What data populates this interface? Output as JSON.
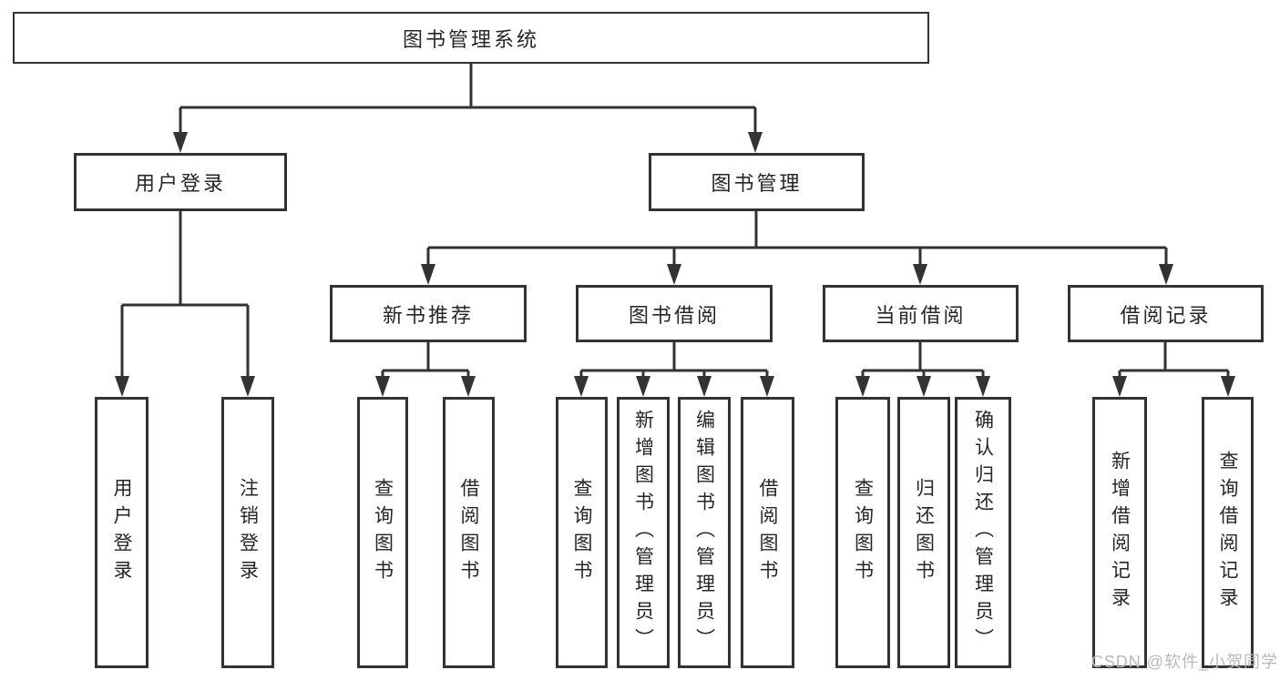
{
  "colors": {
    "line": "#333333",
    "text": "#262626",
    "background": "#ffffff",
    "watermark_color": "#b9b9b9"
  },
  "watermark": {
    "text": "CSDN @软件_小贺同学"
  },
  "tree": {
    "root": {
      "label": "图书管理系统"
    },
    "level2": [
      {
        "id": "user-login",
        "label": "用户登录"
      },
      {
        "id": "book-management",
        "label": "图书管理"
      }
    ],
    "level3": [
      {
        "id": "new-book-recommend",
        "parent": "book-management",
        "label": "新书推荐"
      },
      {
        "id": "book-borrowing",
        "parent": "book-management",
        "label": "图书借阅"
      },
      {
        "id": "current-borrowing",
        "parent": "book-management",
        "label": "当前借阅"
      },
      {
        "id": "borrowing-records",
        "parent": "book-management",
        "label": "借阅记录"
      }
    ],
    "leaves": [
      {
        "parent": "user-login",
        "label": "用户登录"
      },
      {
        "parent": "user-login",
        "label": "注销登录"
      },
      {
        "parent": "new-book-recommend",
        "label": "查询图书"
      },
      {
        "parent": "new-book-recommend",
        "label": "借阅图书"
      },
      {
        "parent": "book-borrowing",
        "label": "查询图书"
      },
      {
        "parent": "book-borrowing",
        "label": "新增图书（管理员）"
      },
      {
        "parent": "book-borrowing",
        "label": "编辑图书（管理员）"
      },
      {
        "parent": "book-borrowing",
        "label": "借阅图书"
      },
      {
        "parent": "current-borrowing",
        "label": "查询图书"
      },
      {
        "parent": "current-borrowing",
        "label": "归还图书"
      },
      {
        "parent": "current-borrowing",
        "label": "确认归还（管理员）"
      },
      {
        "parent": "borrowing-records",
        "label": "新增借阅记录"
      },
      {
        "parent": "borrowing-records",
        "label": "查询借阅记录"
      }
    ]
  }
}
